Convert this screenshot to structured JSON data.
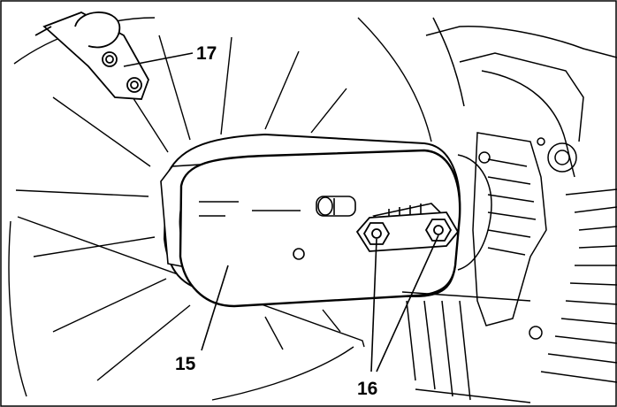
{
  "callouts": [
    {
      "label": "17"
    },
    {
      "label": "15"
    },
    {
      "label": "16"
    }
  ],
  "colors": {
    "line": "#000000",
    "paper": "#ffffff",
    "frame": "#000000"
  }
}
